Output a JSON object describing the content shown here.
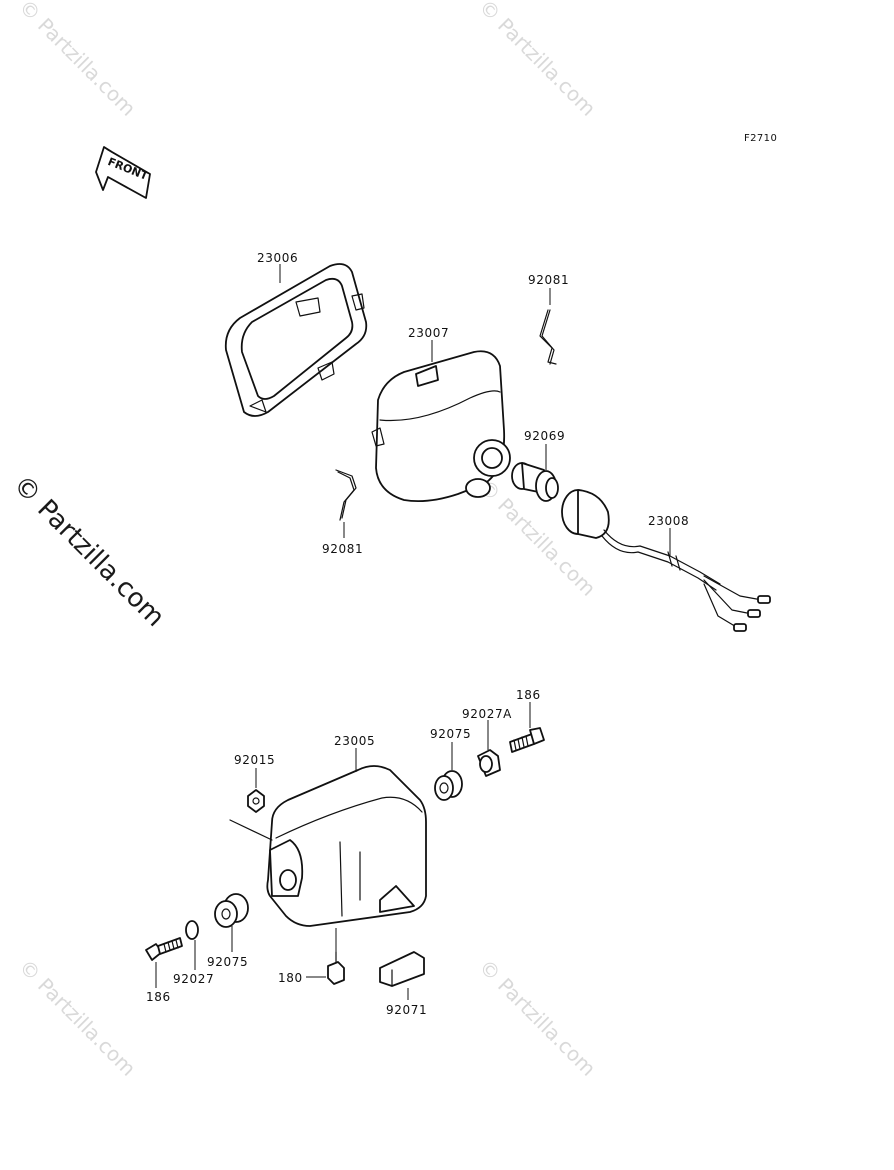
{
  "figure_code": "F2710",
  "front_label": "FRONT",
  "watermarks": {
    "main": "© Partzilla.com",
    "faint": "© Partzilla.com"
  },
  "parts": {
    "p23006": "23006",
    "p23007": "23007",
    "p92081_top": "92081",
    "p92081_left": "92081",
    "p92069": "92069",
    "p23008": "23008",
    "p186_top": "186",
    "p92027A": "92027A",
    "p92075_top": "92075",
    "p23005": "23005",
    "p92015": "92015",
    "p92075_bottom": "92075",
    "p92027": "92027",
    "p186_bottom": "186",
    "p180": "180",
    "p92071": "92071"
  }
}
